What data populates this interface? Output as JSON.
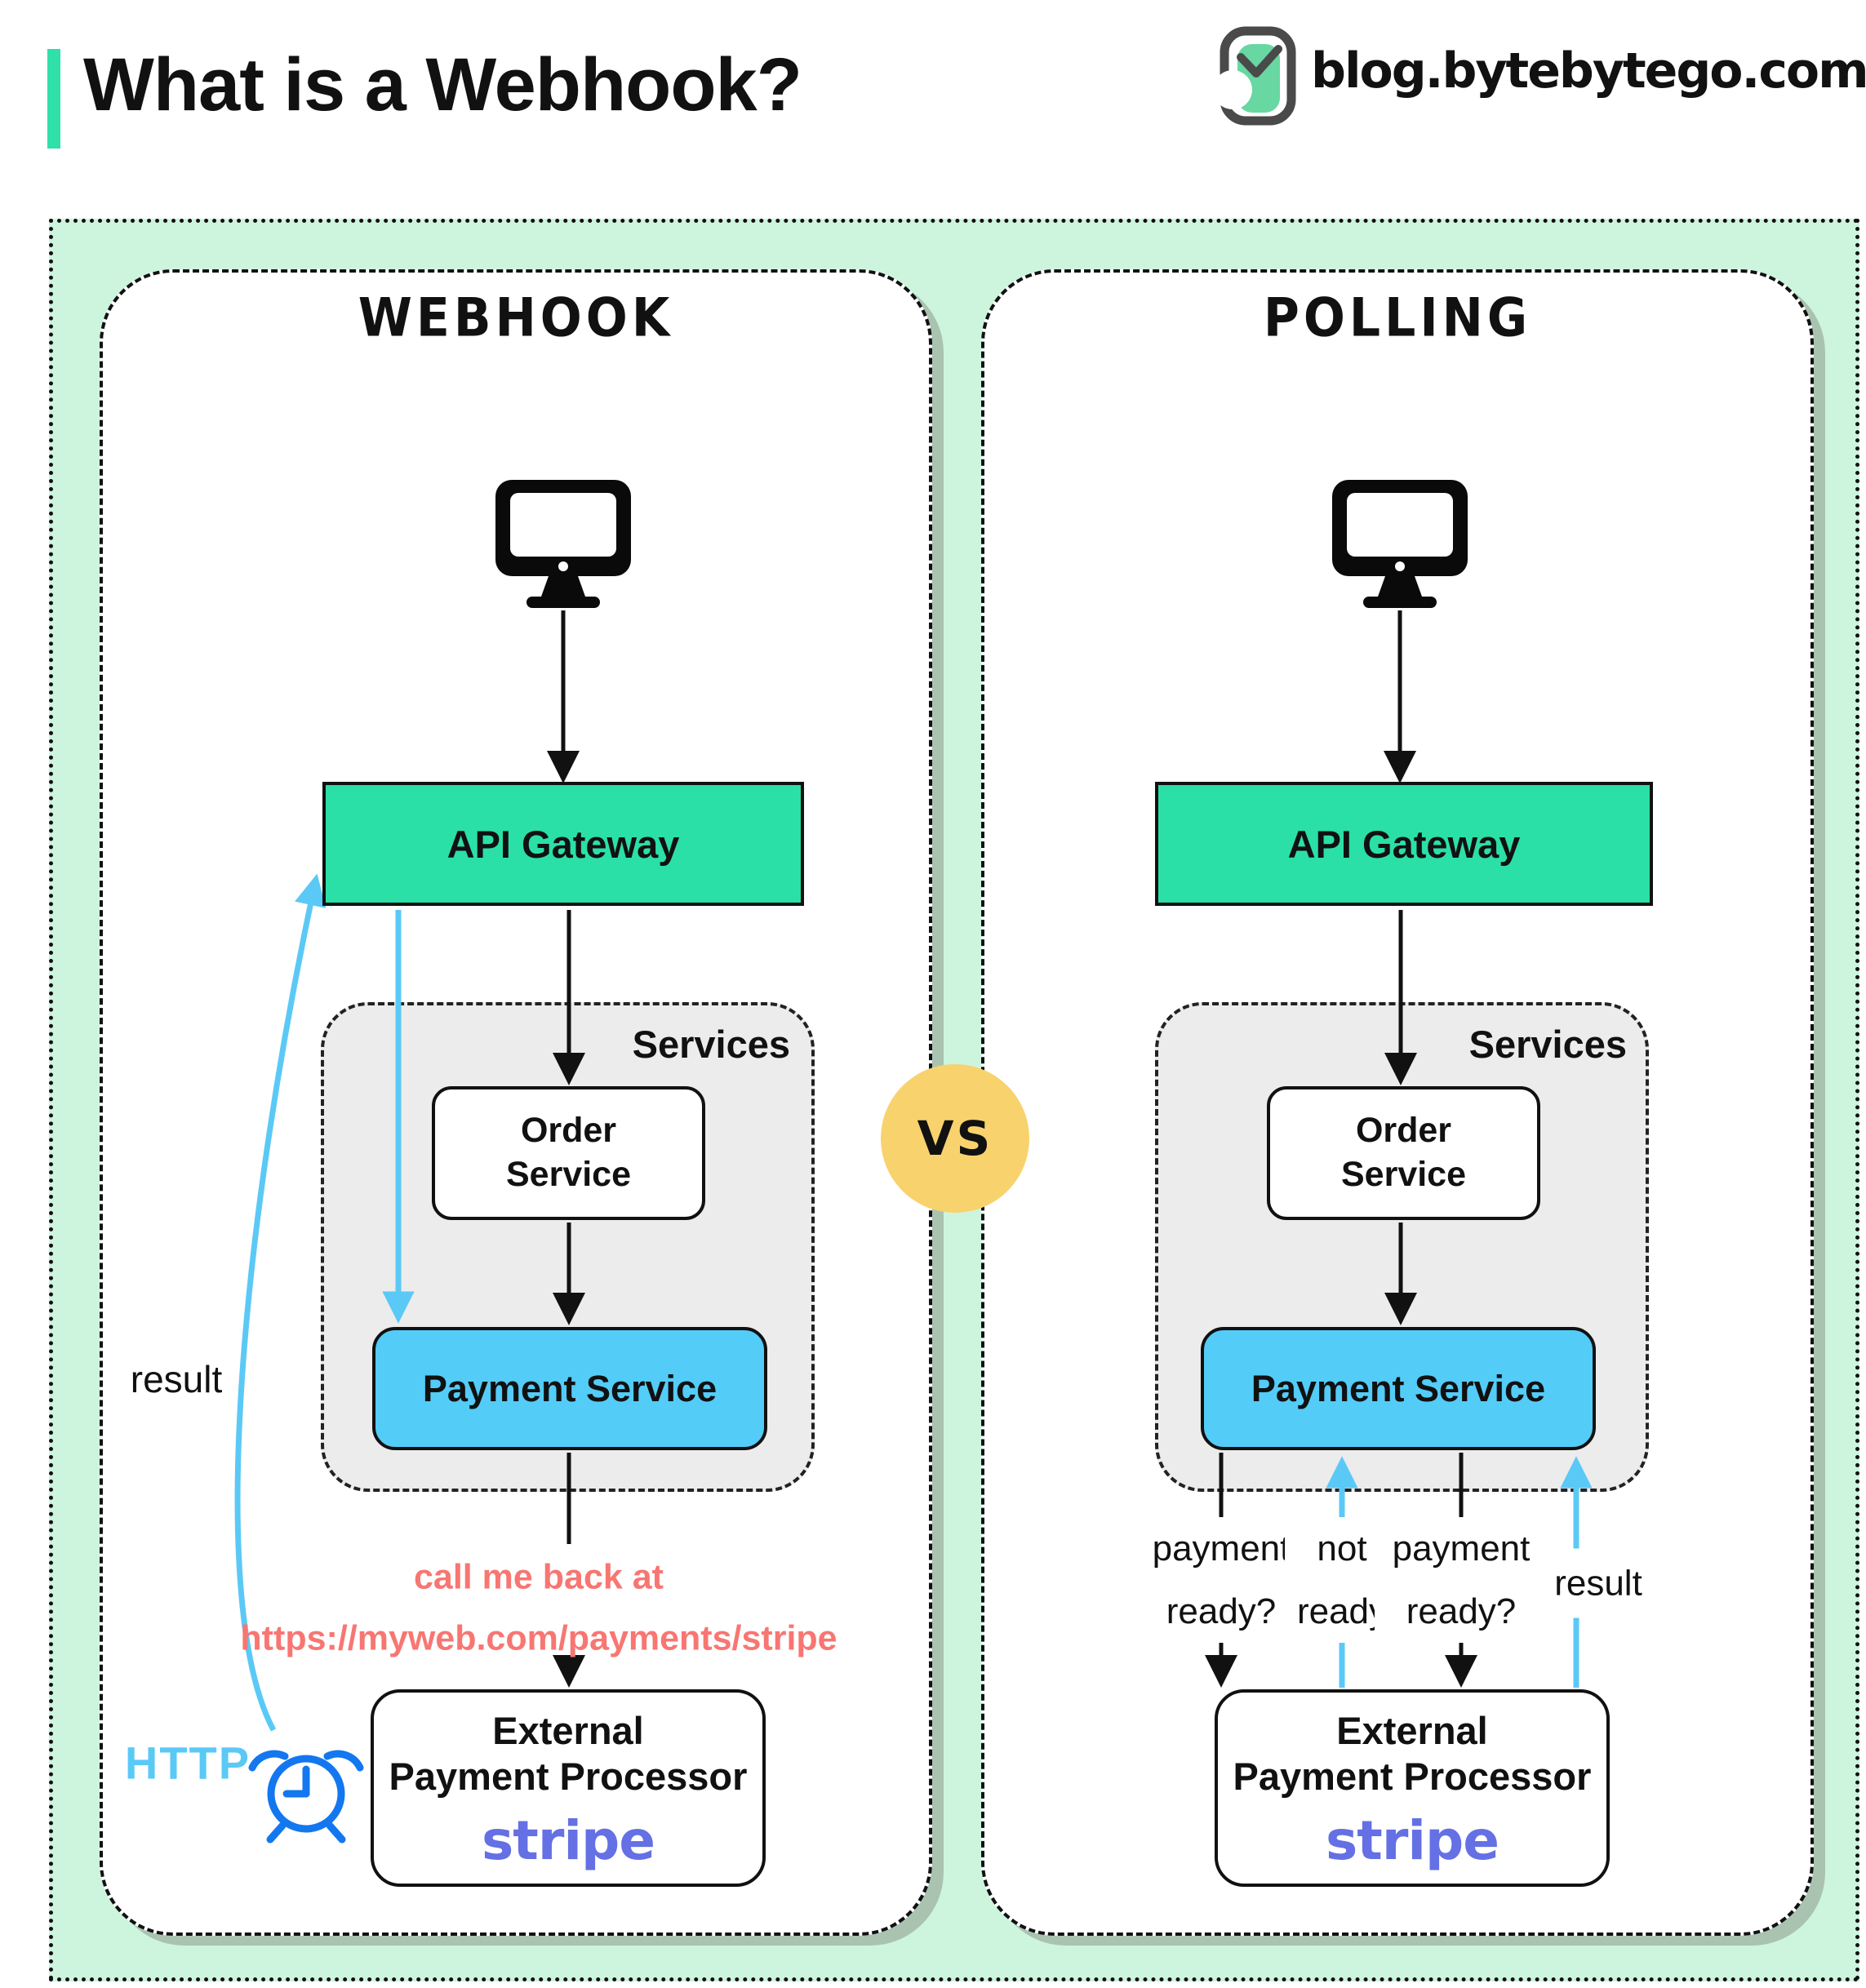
{
  "header": {
    "title": "What is a Webhook?",
    "site": "blog.bytebytego.com"
  },
  "vs_label": "VS",
  "panels": {
    "webhook": {
      "title": "Webhook",
      "api_gateway": "API Gateway",
      "services_label": "Services",
      "order_service": "Order Service",
      "payment_service": "Payment Service",
      "callback_line1": "call me back at",
      "callback_line2": "https://myweb.com/payments/stripe",
      "result_label": "result",
      "http_label": "HTTP",
      "external_line1": "External",
      "external_line2": "Payment Processor",
      "external_brand": "stripe"
    },
    "polling": {
      "title": "Polling",
      "api_gateway": "API Gateway",
      "services_label": "Services",
      "order_service": "Order Service",
      "payment_service": "Payment Service",
      "label_query1": "payment ready?",
      "label_not_ready": "not ready",
      "label_query2": "payment ready?",
      "label_result": "result",
      "external_line1": "External",
      "external_line2": "Payment Processor",
      "external_brand": "stripe"
    }
  },
  "icons": {
    "logo": "bytebytego-logo",
    "client": "desktop-monitor",
    "timer": "alarm-clock"
  },
  "colors": {
    "mint_background": "#cdf5de",
    "teal": "#2ae0a6",
    "accent_teal": "#2fe0a8",
    "payment_blue": "#53ccf8",
    "light_blue_arrow": "#5bc9f6",
    "alarm_blue": "#1377f0",
    "salmon": "#f87672",
    "stripe_purple": "#6470e4",
    "vs_yellow": "#f8d26d",
    "services_gray": "#ececec"
  }
}
